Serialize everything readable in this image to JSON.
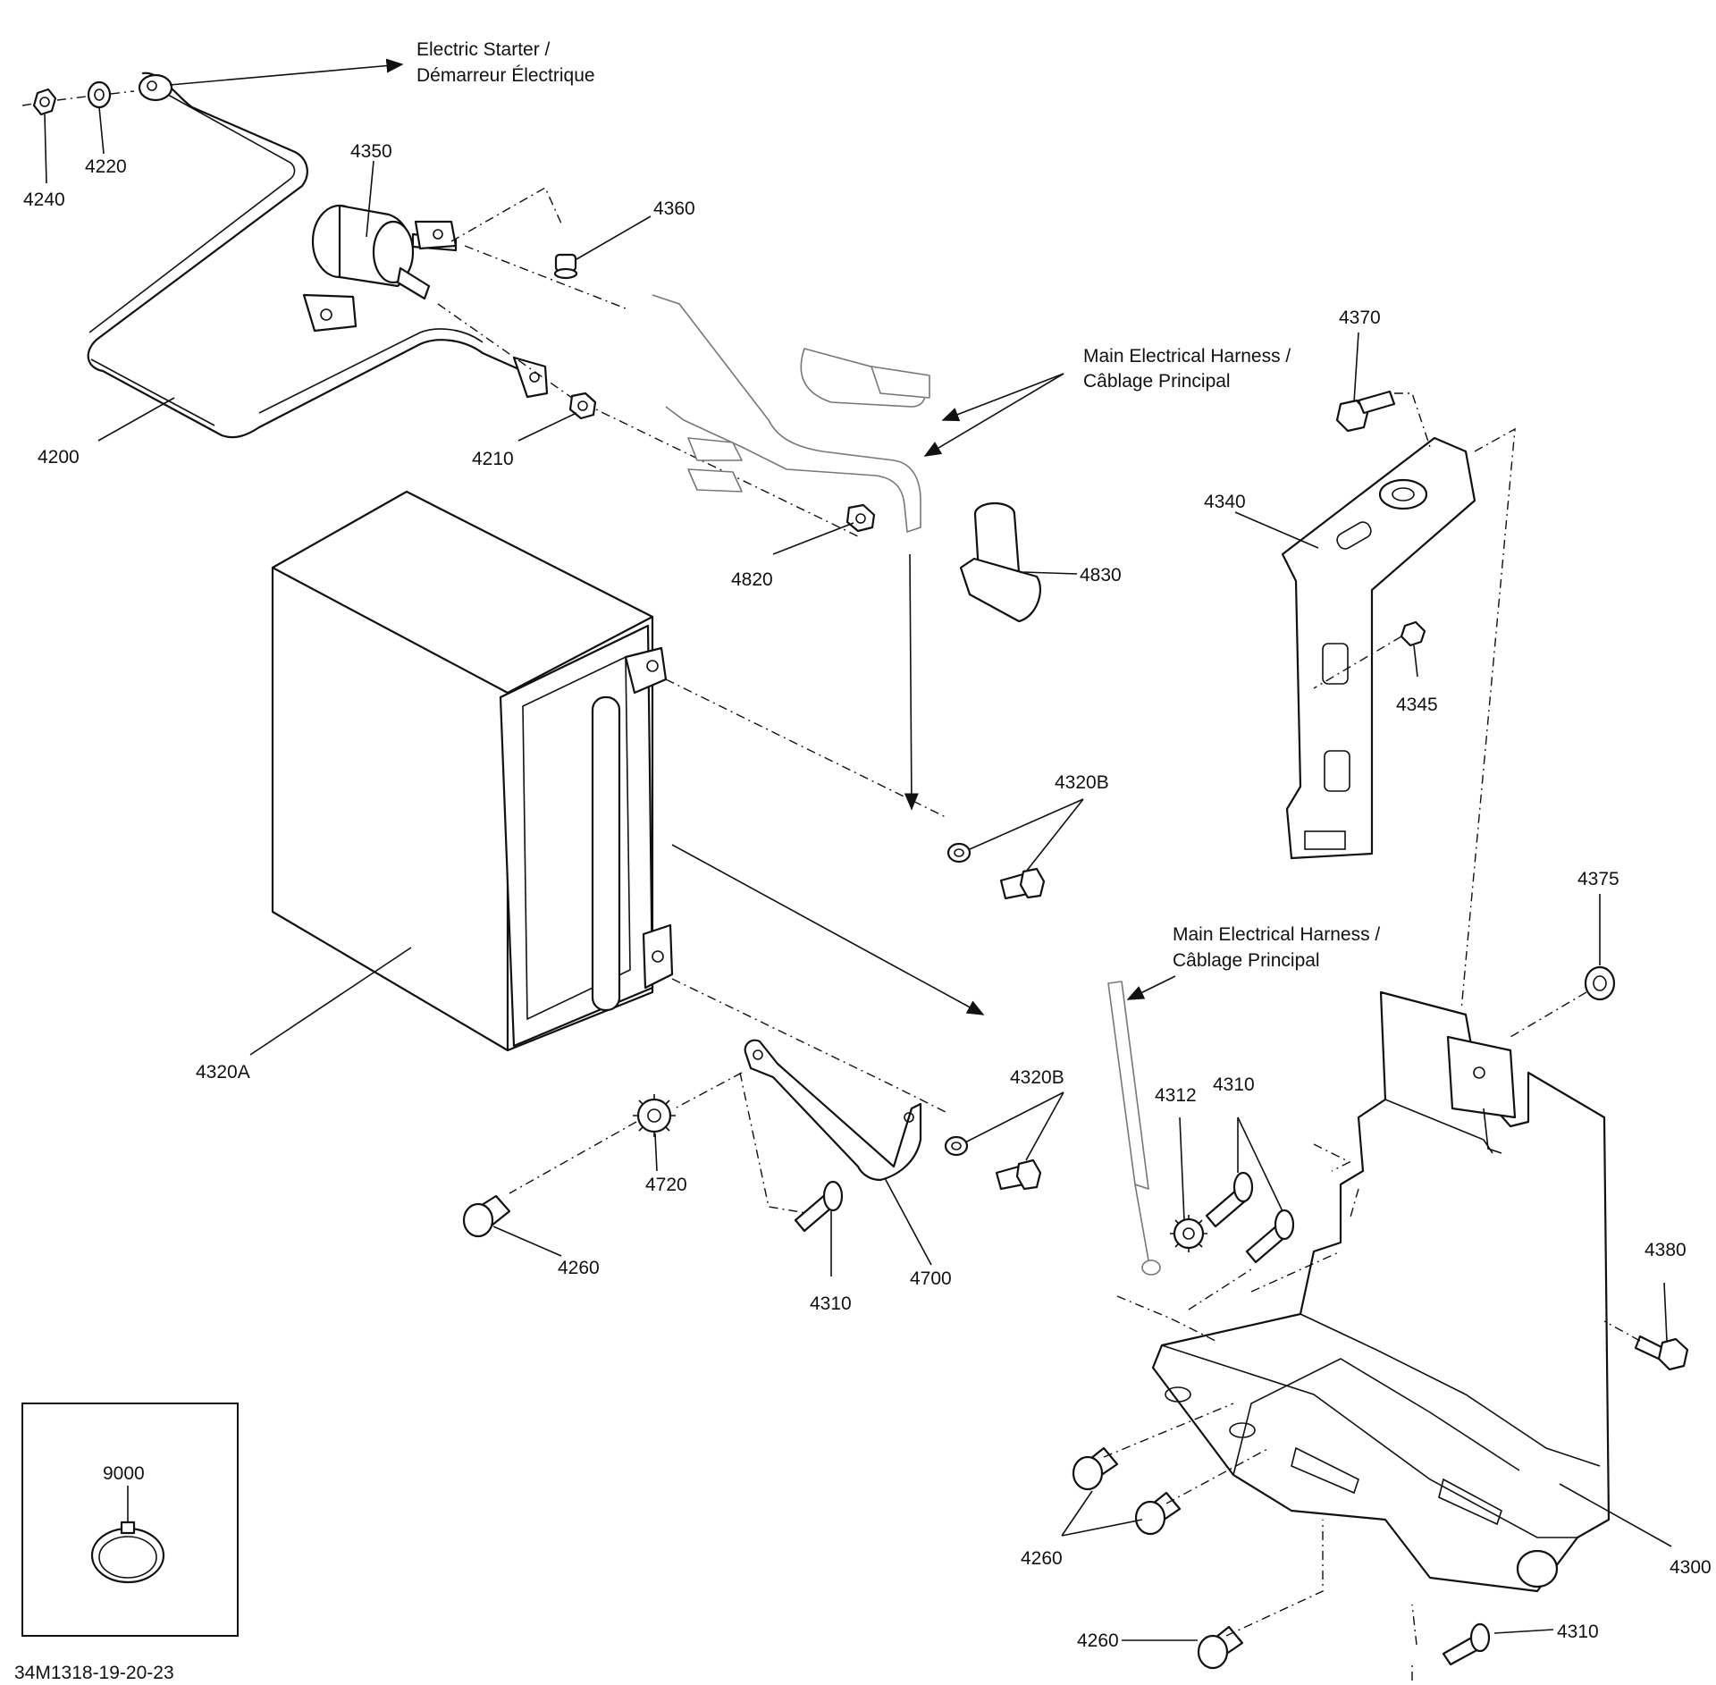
{
  "labels": {
    "p4240": "4240",
    "p4220": "4220",
    "p4350": "4350",
    "p4360": "4360",
    "p4200": "4200",
    "p4210": "4210",
    "p4820": "4820",
    "p4830": "4830",
    "p4370": "4370",
    "p4340": "4340",
    "p4345": "4345",
    "p4320b_top": "4320B",
    "p4320a": "4320A",
    "p4375": "4375",
    "p4320b_bot": "4320B",
    "p4312": "4312",
    "p4310_a": "4310",
    "p4720": "4720",
    "p4260_a": "4260",
    "p4310_b": "4310",
    "p4700": "4700",
    "p4380": "4380",
    "p9000": "9000",
    "p4260_b": "4260",
    "p4300": "4300",
    "p4260_c": "4260",
    "p4310_c": "4310"
  },
  "callouts": {
    "starter_line1": "Electric Starter /",
    "starter_line2": "Démarreur Électrique",
    "harness_top_line1": "Main Electrical Harness /",
    "harness_top_line2": "Câblage Principal",
    "harness_mid_line1": "Main Electrical Harness /",
    "harness_mid_line2": "Câblage Principal"
  },
  "drawing_number": "34M1318-19-20-23"
}
